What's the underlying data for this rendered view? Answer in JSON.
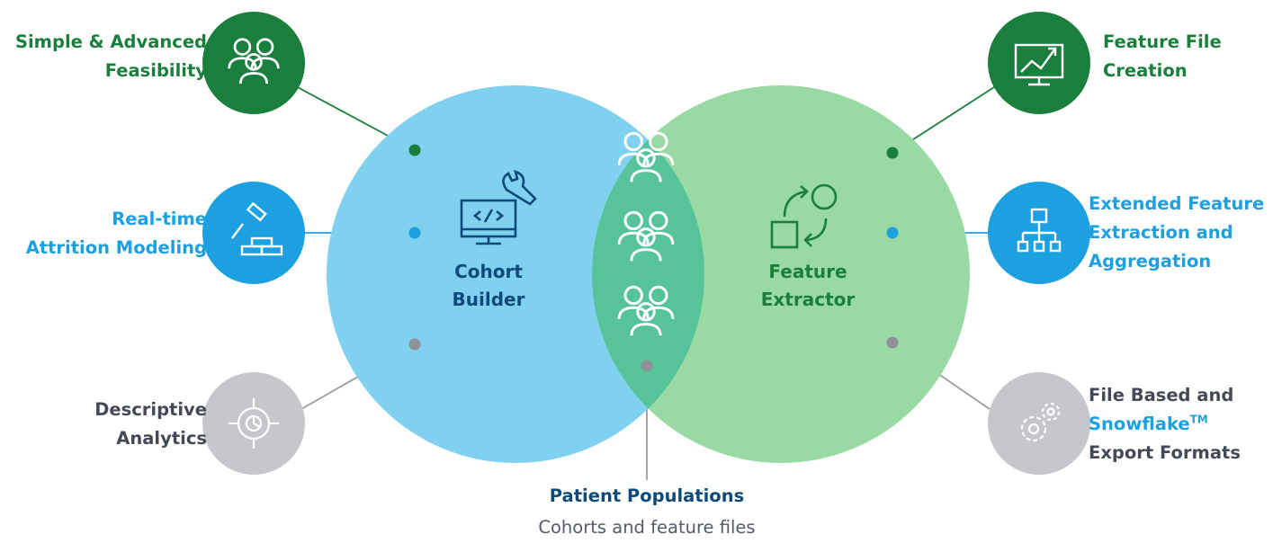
{
  "colors": {
    "cohort_circle": "#7fd1ef",
    "feature_circle": "#99d9a3",
    "overlap": "#56c39a",
    "green": "#1a7f3c",
    "blue": "#1ca0e0",
    "gray": "#c6c7cb",
    "navy": "#0d4a7a"
  },
  "left_features": [
    {
      "lines": [
        "Simple & Advanced",
        "Feasibility"
      ],
      "icon": "people-group-icon",
      "color": "green"
    },
    {
      "lines": [
        "Real-time",
        "Attrition Modeling"
      ],
      "icon": "hammer-bricks-icon",
      "color": "blue"
    },
    {
      "lines": [
        "Descriptive",
        "Analytics"
      ],
      "icon": "target-chart-icon",
      "color": "gray"
    }
  ],
  "right_features": [
    {
      "lines": [
        "Feature File",
        "Creation"
      ],
      "icon": "trend-chart-monitor-icon",
      "color": "green"
    },
    {
      "lines": [
        "Extended Feature",
        "Extraction and",
        "Aggregation"
      ],
      "icon": "hierarchy-icon",
      "color": "blue"
    },
    {
      "line1": "File Based and",
      "line2_brand": "Snowflake",
      "line2_tm": "TM",
      "line3": "Export Formats",
      "icon": "gears-icon",
      "color": "gray"
    }
  ],
  "cohort_builder": {
    "lines": [
      "Cohort",
      "Builder"
    ],
    "icon": "computer-code-wrench-icon"
  },
  "feature_extractor": {
    "lines": [
      "Feature",
      "Extractor"
    ],
    "icon": "shapes-cycle-icon"
  },
  "overlap_icons": [
    "people-group-icon",
    "people-group-icon",
    "people-group-icon"
  ],
  "patient_populations": {
    "title": "Patient Populations",
    "subtitle": "Cohorts and feature files"
  }
}
